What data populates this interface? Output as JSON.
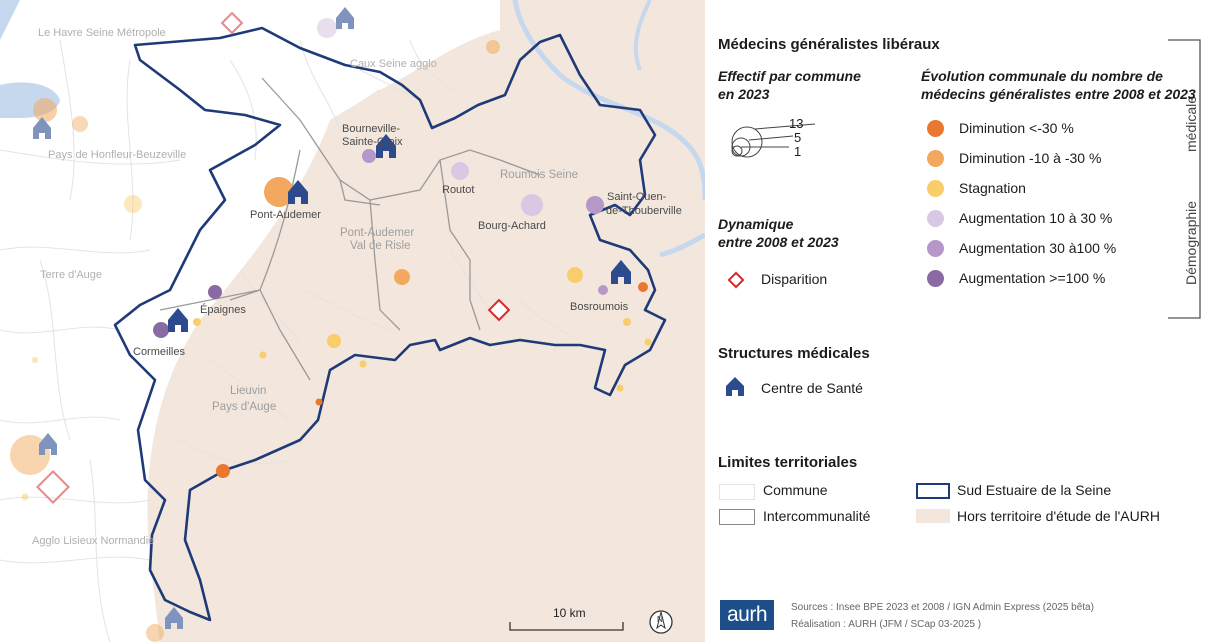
{
  "colors": {
    "dim_30": "#e8782f",
    "dim_10_30": "#f2a95f",
    "stagnation": "#f9cd6a",
    "aug_10_30": "#d8c8e3",
    "aug_30_100": "#b598c7",
    "aug_100": "#8a6aa3",
    "sud_estuaire": "#1e3a78",
    "hors_territoire": "#f3e6dc",
    "water": "#c6d8ee",
    "disparition": "#d62b2b"
  },
  "legend": {
    "title": "Médecins généralistes libéraux",
    "effectif_title_1": "Effectif par commune",
    "effectif_title_2": "en 2023",
    "size_values": [
      "13",
      "5",
      "1"
    ],
    "dynamique_title_1": "Dynamique",
    "dynamique_title_2": "entre 2008 et 2023",
    "disparition": "Disparition",
    "evolution_title_1": "Évolution communale du nombre de",
    "evolution_title_2": "médecins généralistes entre 2008 et 2023",
    "evolution_items": [
      "Diminution <-30 %",
      "Diminution -10 à -30 %",
      "Stagnation",
      "Augmentation 10 à 30 %",
      "Augmentation 30 à100 %",
      "Augmentation >=100 %"
    ],
    "side_label_1": "Démographie",
    "side_label_2": "médicale",
    "structures_title": "Structures médicales",
    "centre_sante": "Centre de Santé",
    "limites_title": "Limites territoriales",
    "commune": "Commune",
    "intercommunalite": "Intercommunalité",
    "sud_estuaire": "Sud Estuaire de la Seine",
    "hors_territoire": "Hors territoire d'étude de l'AURH",
    "logo": "aurh",
    "sources": "Sources : Insee BPE 2023 et 2008 / IGN Admin Express (2025 bêta)",
    "realisation": "Réalisation : AURH (JFM / SCap 03-2025 )"
  },
  "map": {
    "scale_label": "10 km",
    "north_label": "N",
    "labels": {
      "le_havre": "Le Havre Seine Métropole",
      "caux": "Caux Seine agglo",
      "bourneville_1": "Bourneville-",
      "bourneville_2": "Sainte-Croix",
      "honfleur": "Pays de Honfleur-Beuzeville",
      "pont_audemer": "Pont-Audemer",
      "routot": "Routot",
      "roumois": "Roumois Seine",
      "saint_ouen_1": "Saint-Ouen-",
      "saint_ouen_2": "de-Thouberville",
      "bourg_achard": "Bourg-Achard",
      "pavr_1": "Pont-Audemer",
      "pavr_2": "Val de Risle",
      "terre_auge": "Terre d'Auge",
      "epaignes": "Épaignes",
      "bosroumois": "Bosroumois",
      "cormeilles": "Cormeilles",
      "lieuvin_1": "Lieuvin",
      "lieuvin_2": "Pays d'Auge",
      "lisieux": "Agglo Lisieux Normandie"
    }
  }
}
